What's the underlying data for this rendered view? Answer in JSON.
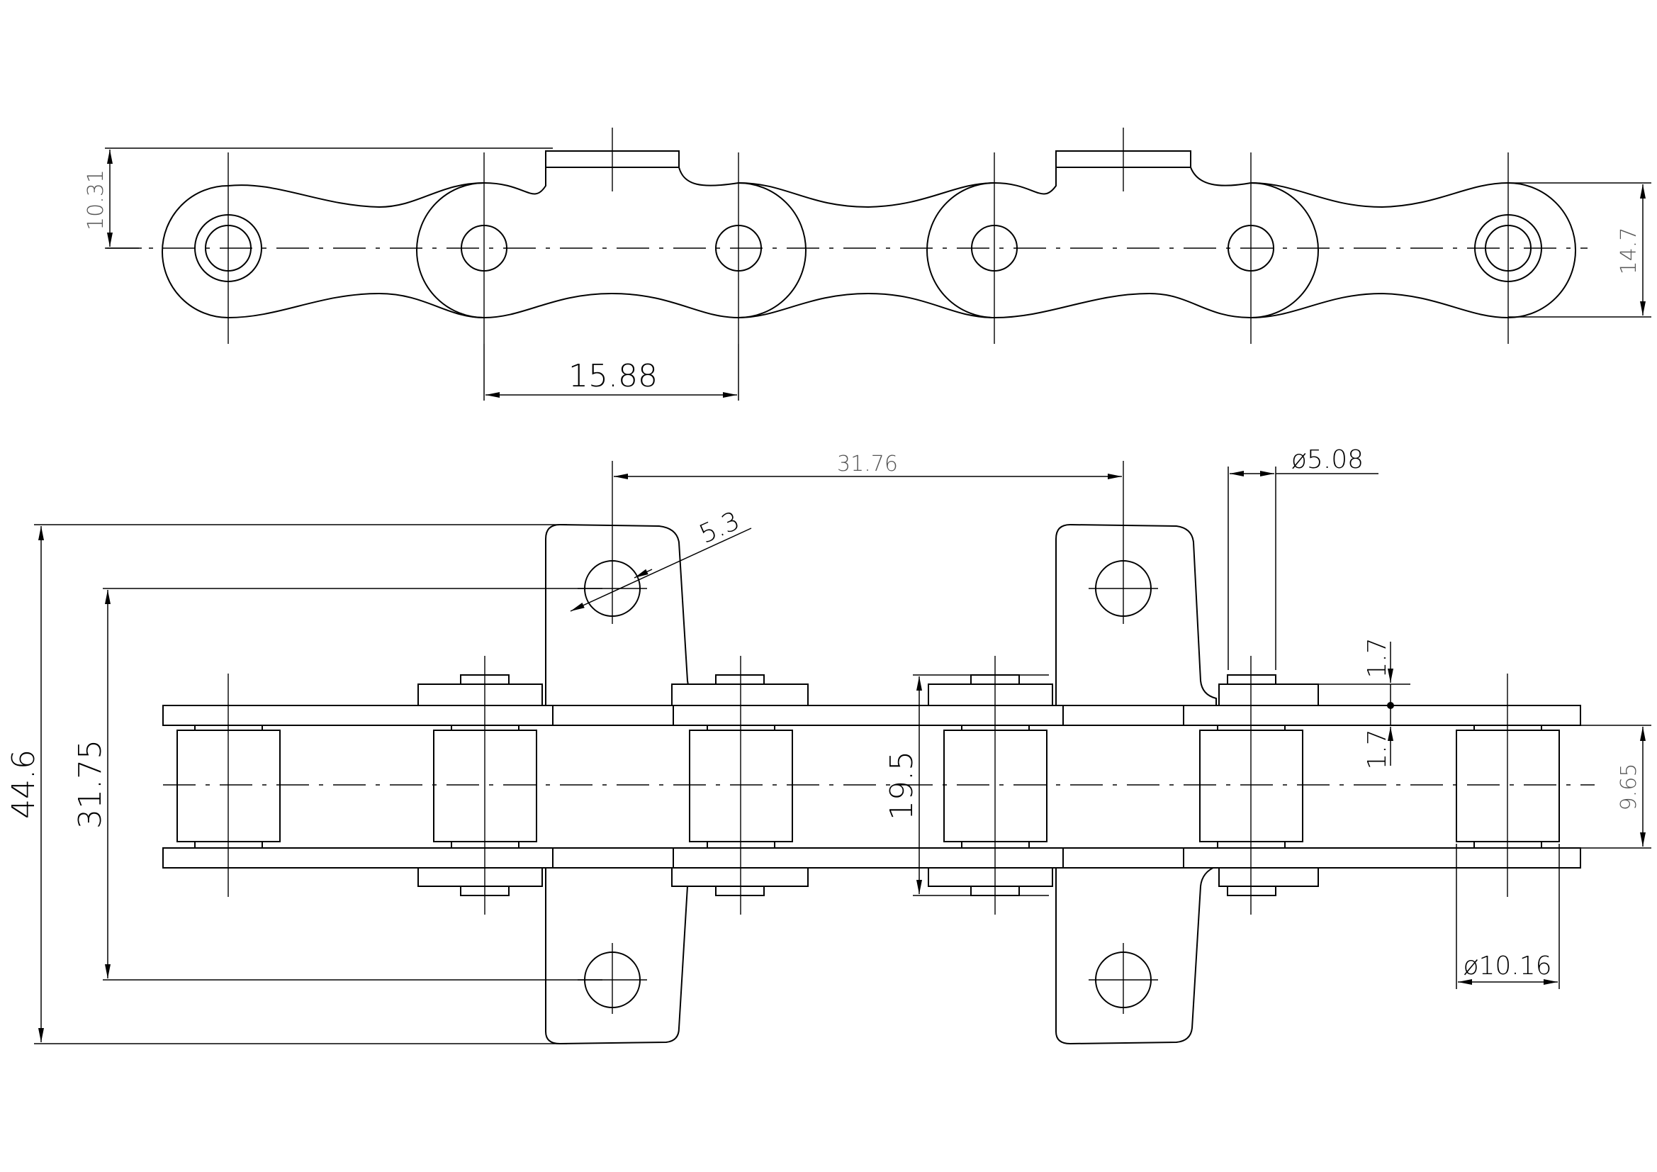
{
  "top_view": {
    "dimensions": {
      "offset_height": "10.31",
      "plate_height": "14.7",
      "pitch": "15.88"
    }
  },
  "front_view": {
    "dimensions": {
      "attachment_pitch": "31.76",
      "hole_diameter": "5.3",
      "pin_diameter": "ø5.08",
      "overall_width": "44.6",
      "hole_spacing": "31.75",
      "inner_width_total": "19.5",
      "plate_thickness_top": "1.7",
      "plate_thickness_bottom": "1.7",
      "inner_width": "9.65",
      "roller_diameter": "ø10.16"
    }
  }
}
